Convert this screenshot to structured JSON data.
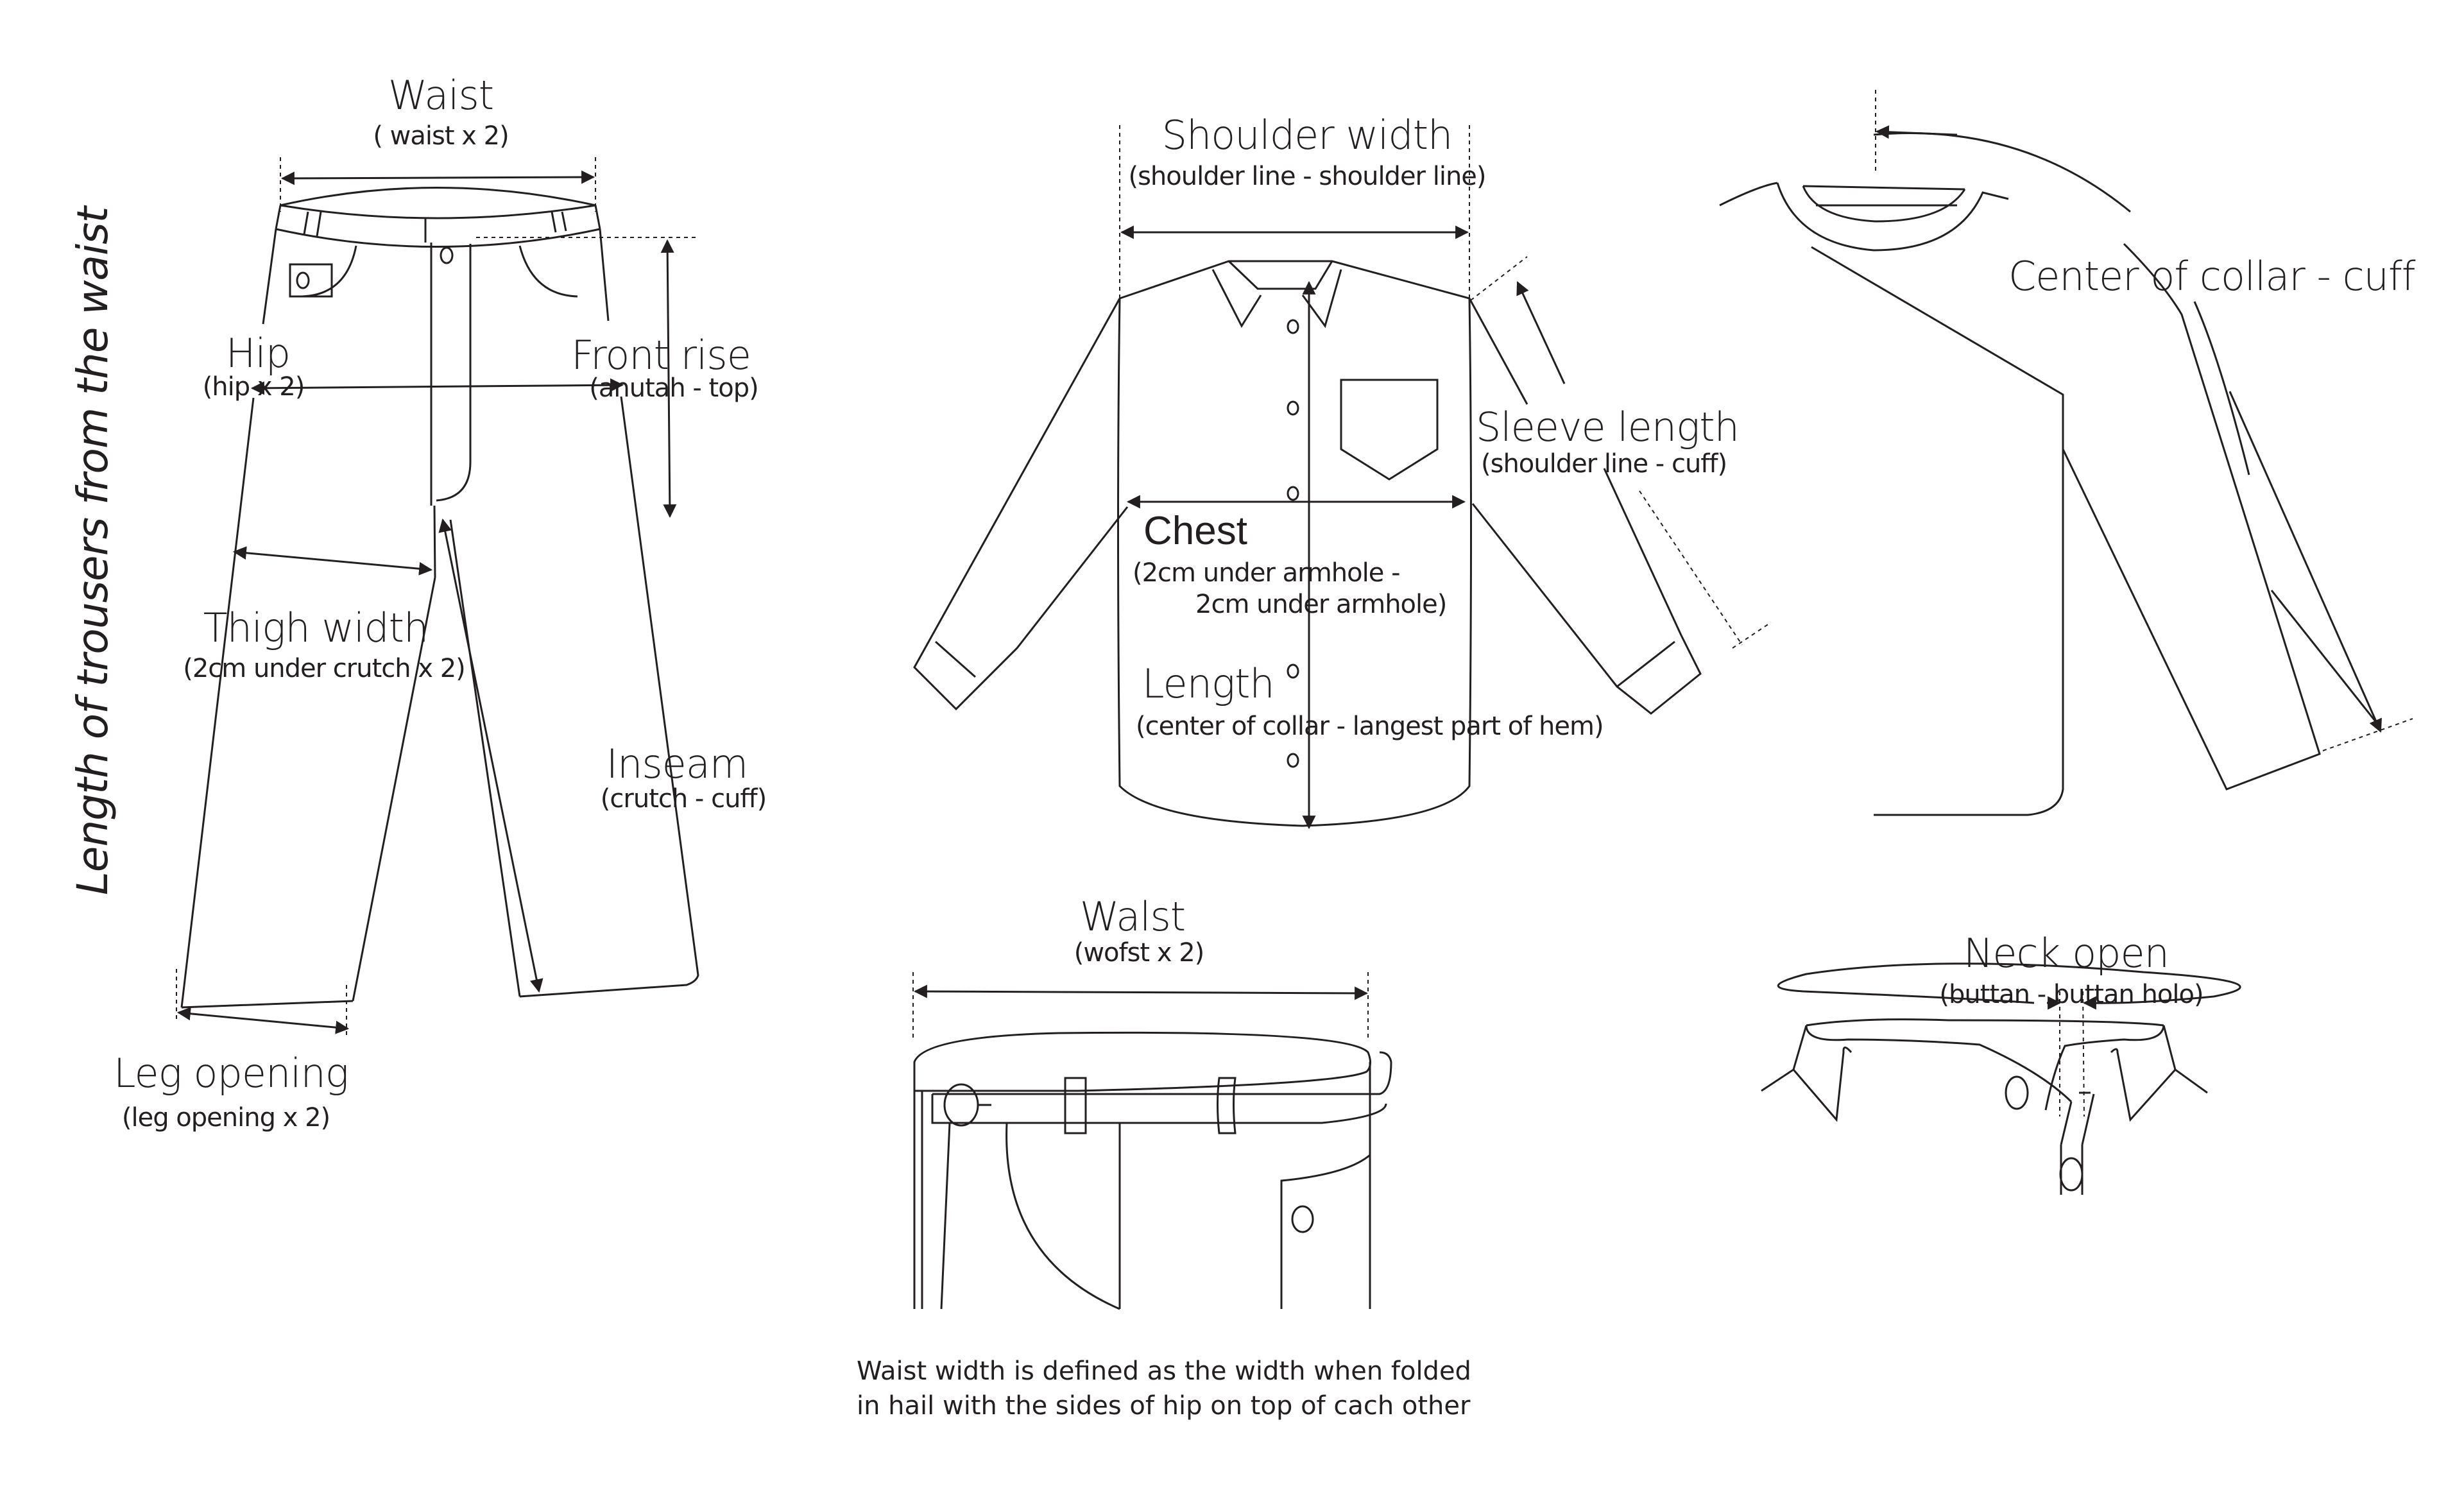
{
  "colors": {
    "line": "#231f20",
    "background": "#ffffff"
  },
  "trousers": {
    "vertical_label": "Length of trousers from the waist",
    "waist": {
      "title": "Waist",
      "subtitle": "( waist x 2)"
    },
    "hip": {
      "title": "Hip",
      "subtitle": "(hip x 2)"
    },
    "front_rise": {
      "title": "Front rise",
      "subtitle": "(anutah - top)"
    },
    "thigh_width": {
      "title": "Thigh width",
      "subtitle": "(2cm under crutch x 2)"
    },
    "inseam": {
      "title": "Inseam",
      "subtitle": "(crutch - cuff)"
    },
    "leg_opening": {
      "title": "Leg opening",
      "subtitle": "(leg opening x 2)"
    }
  },
  "shirt": {
    "shoulder_width": {
      "title": "Shoulder width",
      "subtitle": "(shoulder line - shoulder line)"
    },
    "sleeve_length": {
      "title": "Sleeve length",
      "subtitle": "(shoulder line - cuff)"
    },
    "chest": {
      "title": "Chest",
      "subtitle_line1": "(2cm under armhole -",
      "subtitle_line2": "2cm under armhole)"
    },
    "length": {
      "title": "Length",
      "subtitle": "(center of collar - langest part of hem)"
    }
  },
  "sleeve_side": {
    "center_collar_cuff": {
      "title": "Center of collar - cuff"
    }
  },
  "waist_detail": {
    "title": "Walst",
    "subtitle": "(wofst x 2)",
    "note_line1": "Waist width is defined as the width when folded",
    "note_line2": "in hail with the sides of hip on top of cach  other"
  },
  "neck": {
    "title": "Neck open",
    "subtitle": "(buttan - buttan holo)"
  }
}
